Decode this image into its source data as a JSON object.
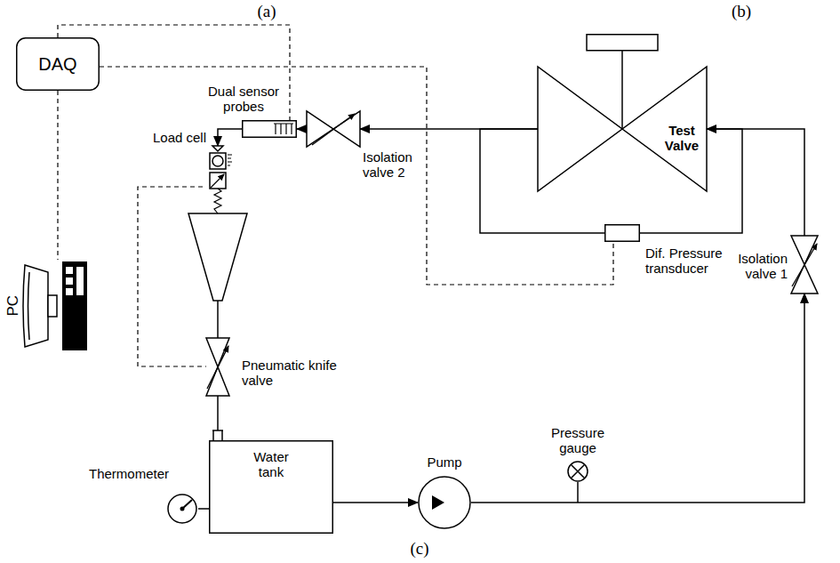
{
  "diagram": {
    "nodes": [
      {
        "text": [
          "DAQ"
        ]
      },
      {
        "text": [
          "PC"
        ]
      },
      {
        "text": [
          "Dual sensor probes"
        ]
      },
      {
        "text": [
          "Isolation valve 2"
        ]
      },
      {
        "text": [
          "Test Valve"
        ]
      },
      {
        "text": [
          "Dif. Pressure transducer"
        ]
      },
      {
        "text": [
          "Isolation valve 1"
        ]
      },
      {
        "text": [
          "Load cell"
        ]
      },
      {
        "text": [
          "Pneumatic knife valve"
        ]
      },
      {
        "text": [
          "Water tank"
        ]
      },
      {
        "text": [
          "Thermometer"
        ]
      },
      {
        "text": [
          "Pump"
        ]
      },
      {
        "text": [
          "Pressure gauge"
        ]
      }
    ],
    "edges": [
      {
        "from": 9,
        "to": 11,
        "arrow": "to"
      },
      {
        "from": 11,
        "to": 6,
        "arrow": "to"
      },
      {
        "from": 6,
        "to": 4,
        "arrow": "to"
      },
      {
        "from": 4,
        "to": 3,
        "arrow": "to"
      },
      {
        "from": 3,
        "to": 2,
        "arrow": "to"
      },
      {
        "from": 2,
        "to": 7,
        "arrow": "to"
      },
      {
        "from": 4,
        "to": 5,
        "arrow": "none"
      },
      {
        "from": 5,
        "to": 4,
        "arrow": "none"
      },
      {
        "from": 0,
        "to": 2,
        "arrow": "none"
      },
      {
        "from": 0,
        "to": 5,
        "arrow": "none"
      },
      {
        "from": 0,
        "to": 1,
        "arrow": "none"
      },
      {
        "from": 7,
        "to": 8,
        "arrow": "none"
      },
      {
        "from": 10,
        "to": 9,
        "arrow": "none"
      }
    ],
    "labels": [
      "(a)",
      "(b)",
      "(c)"
    ]
  }
}
